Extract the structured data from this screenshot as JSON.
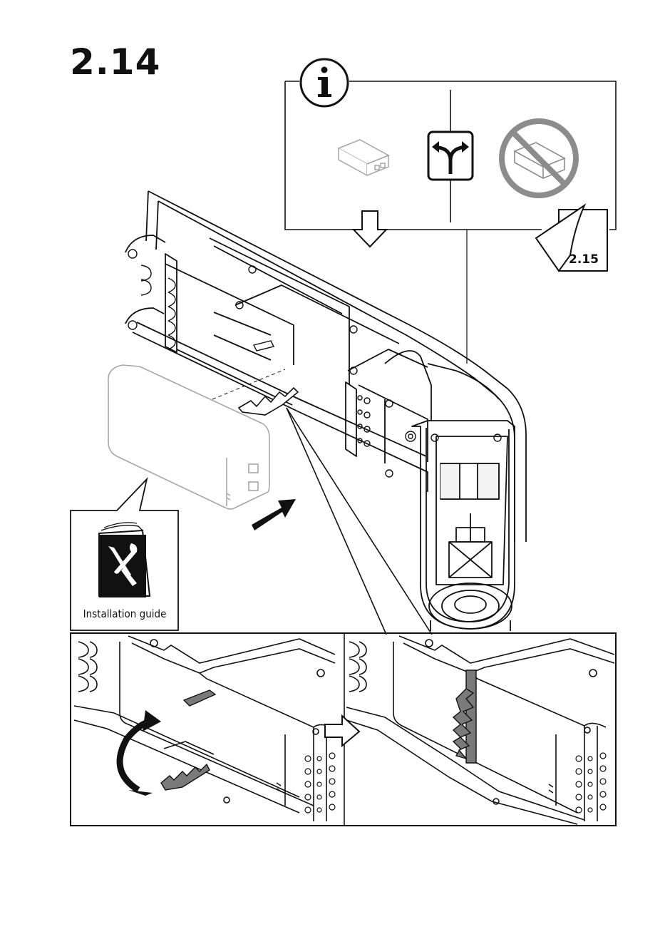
{
  "step": {
    "number": "2.14"
  },
  "info_panel": {
    "icon": "info-icon",
    "options_icon": "fork-arrow-icon",
    "option_with_power_supply": "power-supply-icon",
    "option_without_power_supply": "no-power-supply-icon"
  },
  "next_step": {
    "label": "2.15",
    "icon": "page-turn-icon"
  },
  "guide": {
    "label": "Installation guide",
    "icon": "installation-guide-booklet-icon"
  },
  "detail_panels": [
    {
      "name": "insert-and-rotate-clip"
    },
    {
      "name": "clip-locked"
    }
  ],
  "colors": {
    "line": "#111111",
    "muted": "#a6a6a6",
    "prohibited": "#8c8c8c",
    "clip_fill": "#7a7a7a"
  }
}
